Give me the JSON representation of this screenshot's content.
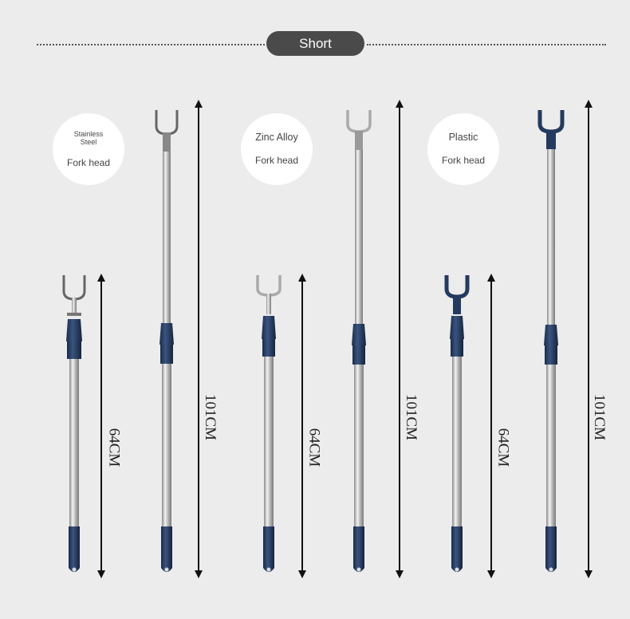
{
  "header": {
    "title": "Short"
  },
  "materials": [
    {
      "name": "Stainless Steel",
      "head": "Fork head"
    },
    {
      "name": "Zinc Alloy",
      "head": "Fork head"
    },
    {
      "name": "Plastic",
      "head": "Fork head"
    }
  ],
  "dimensions": {
    "short": "64CM",
    "long": "101CM"
  },
  "colors": {
    "background": "#ececec",
    "handle": "#243a5e",
    "pill": "#4a4a4a",
    "steel": "#c8c8c8"
  }
}
